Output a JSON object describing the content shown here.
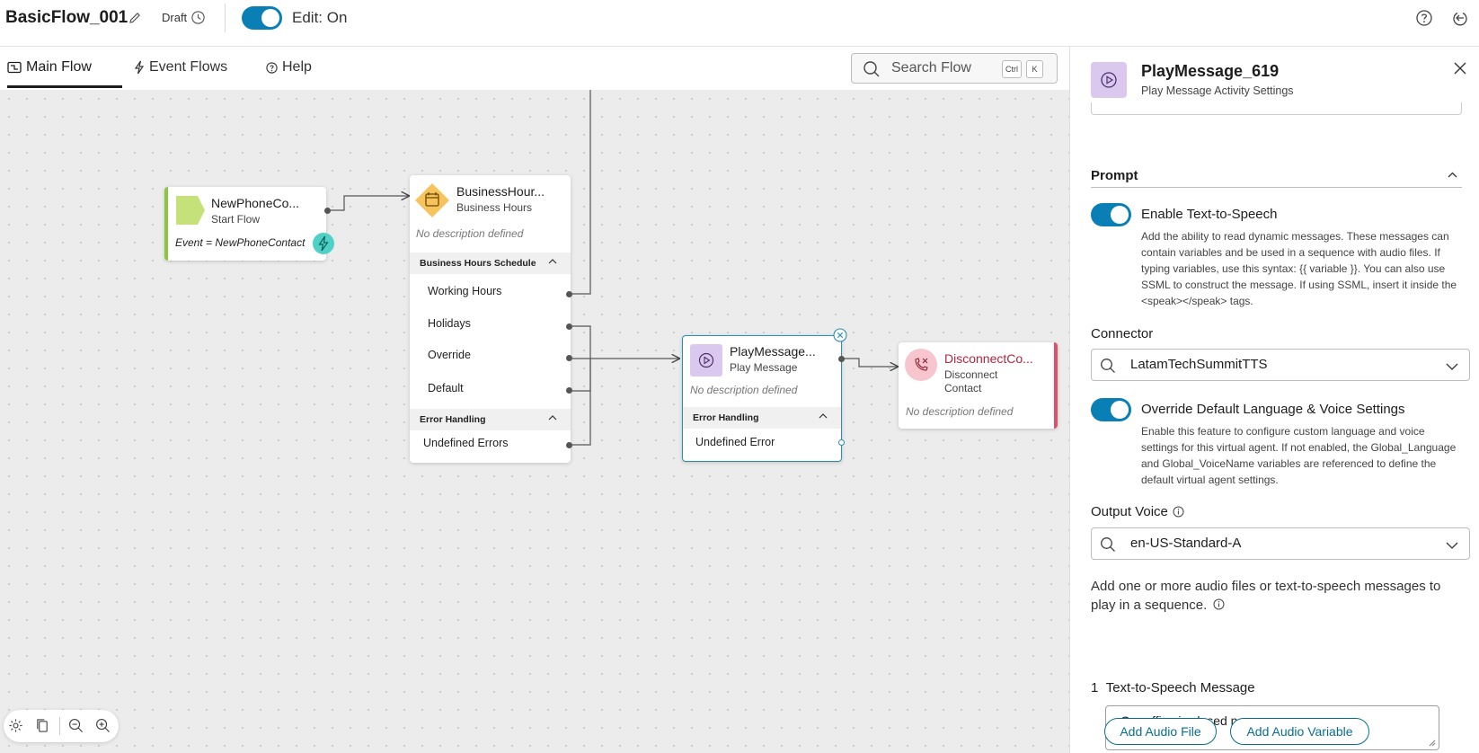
{
  "header": {
    "flow_title": "BasicFlow_001",
    "status": "Draft",
    "edit_label": "Edit: On",
    "icons": [
      "pencil-icon",
      "clock-icon",
      "help-circle-icon",
      "signout-icon"
    ]
  },
  "tabs": [
    {
      "label": "Main Flow",
      "icon": "flow-icon",
      "active": true
    },
    {
      "label": "Event Flows",
      "icon": "lightning-icon"
    },
    {
      "label": "Help",
      "icon": "help-icon"
    }
  ],
  "search": {
    "placeholder": "Search Flow",
    "shortcut": [
      "Ctrl",
      "K"
    ]
  },
  "nodes": {
    "start": {
      "title": "NewPhoneCo...",
      "subtitle": "Start Flow",
      "event": "Event = NewPhoneContact"
    },
    "business_hours": {
      "title": "BusinessHour...",
      "subtitle": "Business Hours",
      "description": "No description defined",
      "schedule_header": "Business Hours Schedule",
      "outcomes": [
        "Working Hours",
        "Holidays",
        "Override",
        "Default"
      ],
      "error_header": "Error Handling",
      "error_outcome": "Undefined Errors"
    },
    "play_message": {
      "title": "PlayMessage...",
      "subtitle": "Play Message",
      "description": "No description defined",
      "error_header": "Error Handling",
      "error_outcome": "Undefined Error"
    },
    "disconnect": {
      "title": "DisconnectCo...",
      "subtitle_1": "Disconnect",
      "subtitle_2": "Contact",
      "description": "No description defined"
    }
  },
  "panel": {
    "title": "PlayMessage_619",
    "subtitle": "Play Message Activity Settings",
    "prompt_header": "Prompt",
    "tts_toggle": {
      "label": "Enable Text-to-Speech",
      "on": true,
      "help": "Add the ability to read dynamic messages. These messages can contain variables and be used in a sequence with audio files. If typing variables, use this syntax: {{ variable }}. You can also use SSML to construct the message. If using SSML, insert it inside the <speak></speak> tags."
    },
    "connector": {
      "label": "Connector",
      "value": "LatamTechSummitTTS"
    },
    "override_toggle": {
      "label": "Override Default Language & Voice Settings",
      "on": true,
      "help": "Enable this feature to configure custom language and voice settings for this virtual agent. If not enabled, the Global_Language and Global_VoiceName variables are referenced to define the default virtual agent settings."
    },
    "output_voice": {
      "label": "Output Voice",
      "value": "en-US-Standard-A"
    },
    "sequence_help": "Add one or more audio files or text-to-speech messages to play in a sequence.",
    "message": {
      "index": "1",
      "label": "Text-to-Speech Message",
      "value": "Our office is closed now"
    },
    "buttons": {
      "add_audio_file": "Add Audio File",
      "add_audio_variable": "Add Audio Variable"
    }
  },
  "colors": {
    "toggle_on": "#0a7fb5",
    "start_accent": "#8cc63f",
    "business_hours_icon": "#f6c35c",
    "play_message_icon": "#dbc8ee",
    "disconnect_accent": "#e0506a",
    "selected_border": "#2a8fb5"
  }
}
